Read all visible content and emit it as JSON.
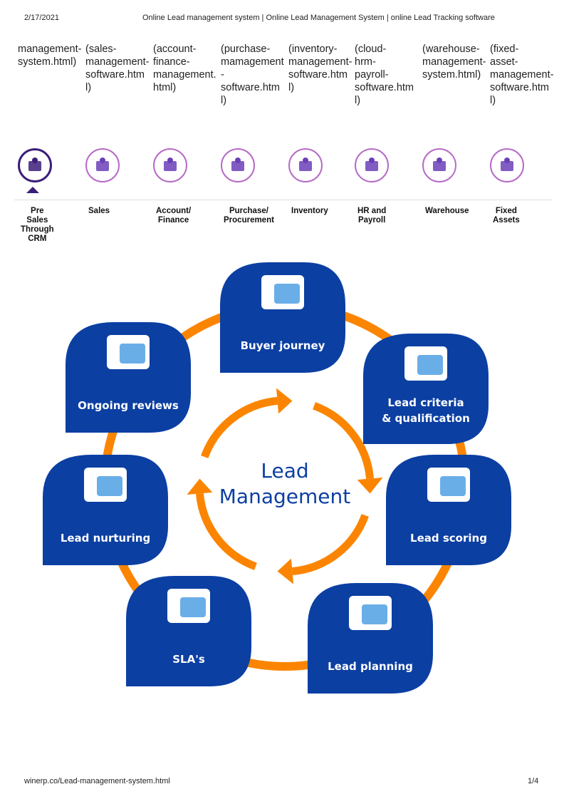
{
  "header": {
    "date": "2/17/2021",
    "title": "Online Lead management system | Online Lead Management System | online Lead Tracking software"
  },
  "nav": [
    {
      "url": "management-\nsystem.html)",
      "label": "Pre\nSales\nThrough\nCRM",
      "icon": "crm-cycle-icon"
    },
    {
      "url": "(sales-\nmanagement-\nsoftware.html)",
      "label": "Sales",
      "icon": "sale-sign-icon"
    },
    {
      "url": "(account-\nfinance-\nmanagement.html)",
      "label": "Account/\nFinance",
      "icon": "calculator-icon"
    },
    {
      "url": "(purchase-\nmamagement-\nsoftware.html)",
      "label": "Purchase/\nProcurement",
      "icon": "hand-box-icon"
    },
    {
      "url": "(inventory-\nmanagement-\nsoftware.html)",
      "label": "Inventory",
      "icon": "warehouse-boxes-icon"
    },
    {
      "url": "(cloud-\nhrm-\npayroll-\nsoftware.html)",
      "label": "HR and\nPayroll",
      "icon": "person-icon"
    },
    {
      "url": "(warehouse-\nmanagement-\nsystem.html)",
      "label": "Warehouse",
      "icon": "warehouse-icon"
    },
    {
      "url": "(fixed-\nasset-\nmanagement-\nsoftware.html)",
      "label": "Fixed\nAssets",
      "icon": "monitor-icon"
    }
  ],
  "diagram": {
    "center_line1": "Lead",
    "center_line2": "Management",
    "colors": {
      "blue": "#0b3fa2",
      "orange": "#fb8500",
      "light_blue": "#6aaee8"
    },
    "steps": [
      {
        "label": "Buyer journey",
        "icon": "paper-plane-icon"
      },
      {
        "label": "Lead criteria",
        "label2": "& qualification",
        "icon": "checkbox-icon"
      },
      {
        "label": "Lead scoring",
        "icon": "speedometer-icon"
      },
      {
        "label": "Lead planning",
        "icon": "calendar-clock-icon"
      },
      {
        "label": "SLA's",
        "icon": "euro-growth-icon"
      },
      {
        "label": "Lead nurturing",
        "icon": "plant-hand-icon"
      },
      {
        "label": "Ongoing reviews",
        "icon": "chat-arrows-icon"
      }
    ]
  },
  "footer": {
    "url": "winerp.co/Lead-management-system.html",
    "page": "1/4"
  }
}
